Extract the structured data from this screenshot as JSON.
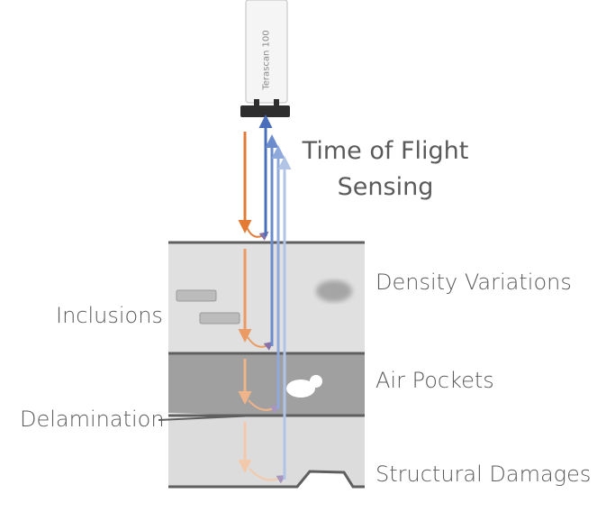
{
  "device": {
    "label": "Terascan 100"
  },
  "title": {
    "line1": "Time of Flight",
    "line2": "Sensing"
  },
  "labels": {
    "density_variations": "Density Variations",
    "inclusions": "Inclusions",
    "air_pockets": "Air Pockets",
    "delamination": "Delamination",
    "structural_damages": "Structural Damages"
  },
  "colors": {
    "emitted": "#e37b34",
    "reflected": "#4a6fba",
    "reflection_turn": "#8a72a8",
    "upper_layer": "#e0e0e0",
    "middle_layer": "#a0a0a0",
    "lower_layer": "#dcdcdc",
    "boundary": "#5f5f5f"
  },
  "icons": {
    "device": "scanner-device-icon",
    "air_pocket": "air-bubble-icon",
    "density": "density-blob-icon",
    "inclusion": "inclusion-block-icon"
  }
}
